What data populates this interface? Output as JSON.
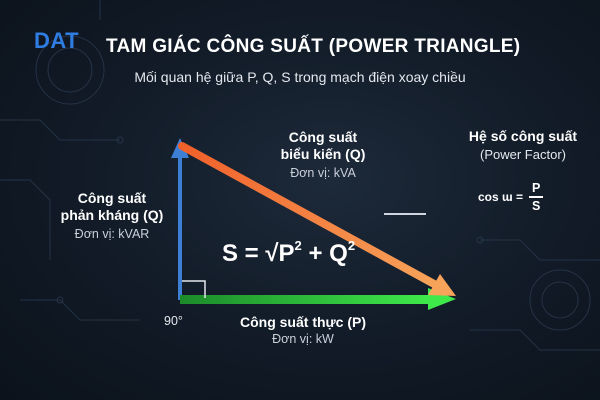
{
  "brand": {
    "logo_text": "DAT",
    "logo_color": "#2f7de1"
  },
  "title": "TAM GIÁC CÔNG SUẤT (POWER TRIANGLE)",
  "subtitle": "Mối quan hệ giữa P, Q, S trong mạch điện xoay chiều",
  "sides": {
    "reactive": {
      "name_line1": "Công suất",
      "name_line2": "phản kháng (Q)",
      "unit": "Đơn vị: kVAR",
      "color": "#3e7fd6"
    },
    "apparent": {
      "name_line1": "Công suất",
      "name_line2": "biểu kiến (Q)",
      "unit": "Đơn vị: kVA",
      "color": "#f07a3a"
    },
    "real": {
      "name": "Công suất thực (P)",
      "unit": "Đơn vị: kW",
      "color": "#2fd13a"
    }
  },
  "formula": {
    "lhs": "S = √P",
    "exp1": "2",
    "mid": " + Q",
    "exp2": "2"
  },
  "angle_label": "90°",
  "power_factor": {
    "title_line1": "Hệ số công suất",
    "title_line2": "(Power Factor)",
    "formula_prefix": "cos ɯ =",
    "numerator": "P",
    "denominator": "S"
  }
}
